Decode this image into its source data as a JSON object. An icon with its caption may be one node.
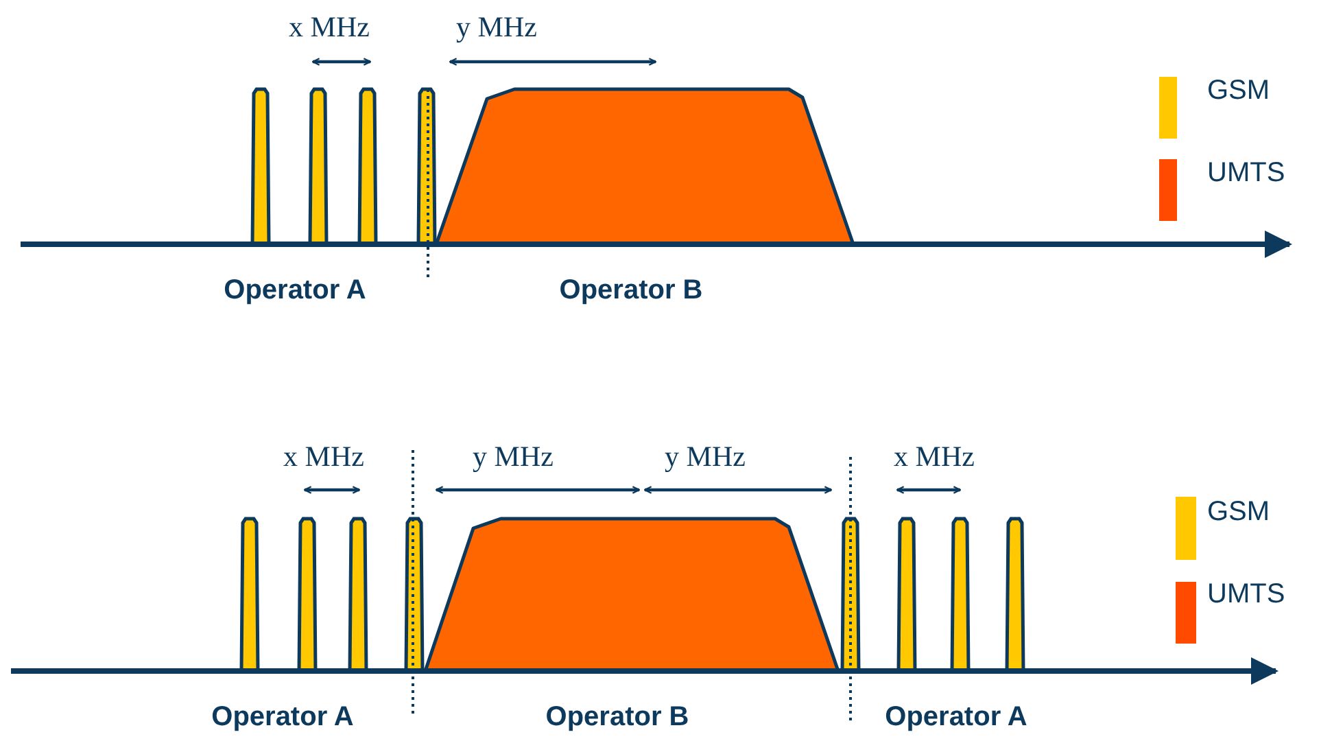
{
  "diagram": {
    "labels": [
      "x MHz",
      "y MHz",
      "Operator A",
      "Operator B",
      "x MHz",
      "y MHz",
      "y MHz",
      "x MHz",
      "Operator A",
      "Operator B",
      "Operator A"
    ],
    "legend": [
      {
        "text": "GSM",
        "color": "#ffc800"
      },
      {
        "text": "UMTS",
        "color": "#ff4a00"
      },
      {
        "text": "GSM",
        "color": "#ffc800"
      },
      {
        "text": "UMTS",
        "color": "#ff4a00"
      }
    ]
  }
}
